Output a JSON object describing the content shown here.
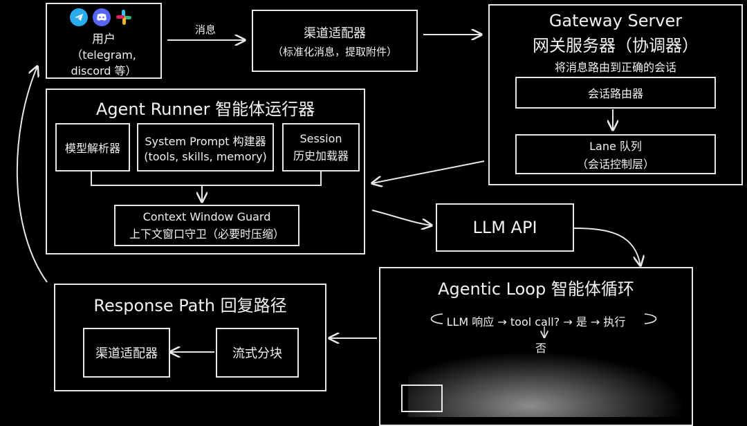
{
  "user": {
    "title": "用户",
    "line2": "（telegram,",
    "line3": "discord 等）",
    "icons": [
      "telegram-icon",
      "discord-icon",
      "slack-icon"
    ]
  },
  "edge_message": "消息",
  "channel_adapter": {
    "title": "渠道适配器",
    "subtitle": "（标准化消息，提取附件）"
  },
  "gateway": {
    "title_en": "Gateway Server",
    "title_zh": "网关服务器（协调器）",
    "desc": "将消息路由到正确的会话",
    "session_router": "会话路由器",
    "lane_queue_line1": "Lane 队列",
    "lane_queue_line2": "（会话控制层）"
  },
  "agent_runner": {
    "title": "Agent Runner 智能体运行器",
    "model_parser": "模型解析器",
    "prompt_builder_line1": "System Prompt 构建器",
    "prompt_builder_line2": "(tools, skills, memory)",
    "session_loader_line1": "Session",
    "session_loader_line2": "历史加载器",
    "context_guard_line1": "Context Window Guard",
    "context_guard_line2": "上下文窗口守卫（必要时压缩）"
  },
  "llm_api": "LLM API",
  "agentic_loop": {
    "title": "Agentic Loop 智能体循环",
    "flow": "LLM 响应 → tool call? → 是 → 执行",
    "no": "否"
  },
  "response_path": {
    "title": "Response Path 回复路径",
    "channel_adapter": "渠道适配器",
    "stream_chunk": "流式分块"
  },
  "colors": {
    "background": "#000000",
    "stroke": "#e8e8e8",
    "telegram": "#2aabee",
    "discord": "#5865f2"
  }
}
